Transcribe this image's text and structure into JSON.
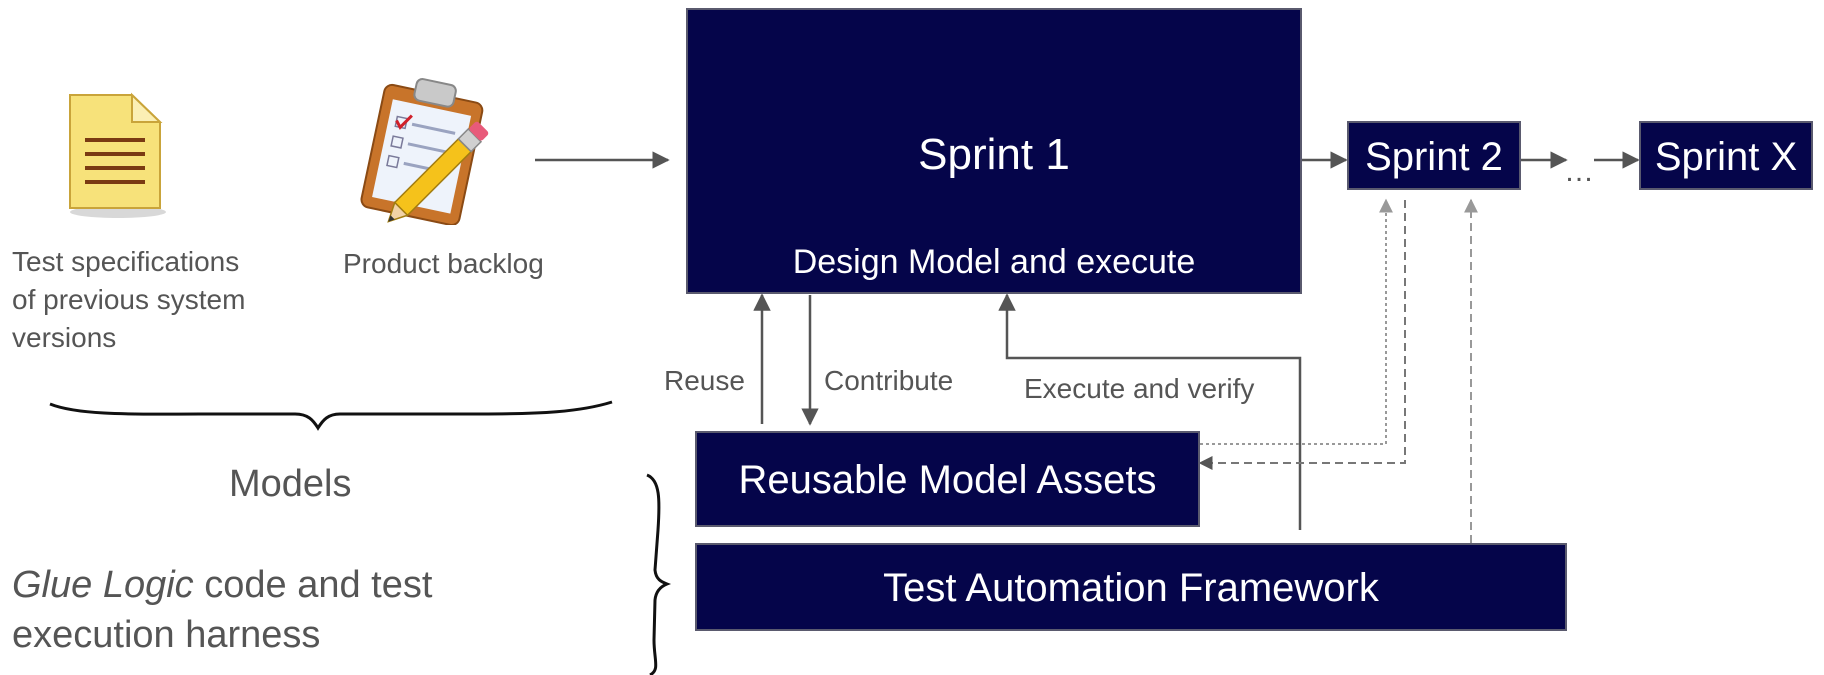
{
  "colors": {
    "box_fill": "#05054a",
    "box_border": "#5a5a6e",
    "arrow": "#555555",
    "dashed_arrow": "#999999",
    "text_gray": "#555555"
  },
  "inputs": {
    "test_spec": {
      "icon": "document-icon",
      "lines": [
        "Test specifications",
        "of previous system",
        "versions"
      ]
    },
    "backlog": {
      "icon": "clipboard-checklist-icon",
      "label": "Product backlog"
    }
  },
  "sprint1": {
    "title": "Sprint 1",
    "subtitle": "Design Model and execute"
  },
  "sprint2": {
    "title": "Sprint 2"
  },
  "ellipsis": "…",
  "sprintx": {
    "title": "Sprint X"
  },
  "arrow_labels": {
    "reuse": "Reuse",
    "contribute": "Contribute",
    "execute_verify": "Execute and verify"
  },
  "assets": {
    "title": "Reusable Model Assets"
  },
  "framework": {
    "title": "Test Automation Framework"
  },
  "legend": {
    "models": "Models",
    "glue_italic": "Glue Logic",
    "glue_rest_1": " code and test",
    "glue_rest_2": "execution harness"
  }
}
